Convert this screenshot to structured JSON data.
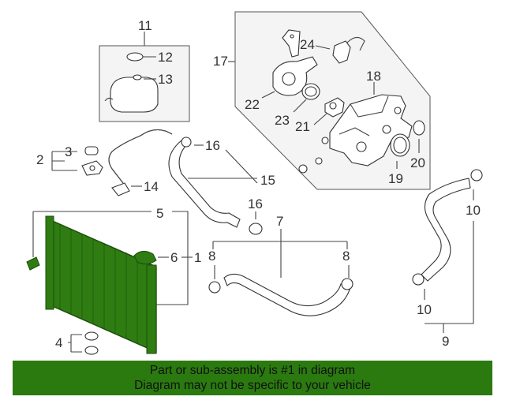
{
  "callouts": {
    "c1": "1",
    "c2": "2",
    "c3": "3",
    "c4": "4",
    "c5": "5",
    "c6": "6",
    "c7": "7",
    "c8a": "8",
    "c8b": "8",
    "c9": "9",
    "c10a": "10",
    "c10b": "10",
    "c11": "11",
    "c12": "12",
    "c13": "13",
    "c14": "14",
    "c15": "15",
    "c16a": "16",
    "c16b": "16",
    "c17": "17",
    "c18": "18",
    "c19": "19",
    "c20": "20",
    "c21": "21",
    "c22": "22",
    "c23": "23",
    "c24": "24"
  },
  "footer": {
    "line1": "Part or sub-assembly is #1 in diagram",
    "line2": "Diagram may not be specific to your vehicle"
  },
  "colors": {
    "radiator": "#2f7d12",
    "footer_bg": "#2b7a10",
    "box_fill": "#f4f4f4"
  }
}
